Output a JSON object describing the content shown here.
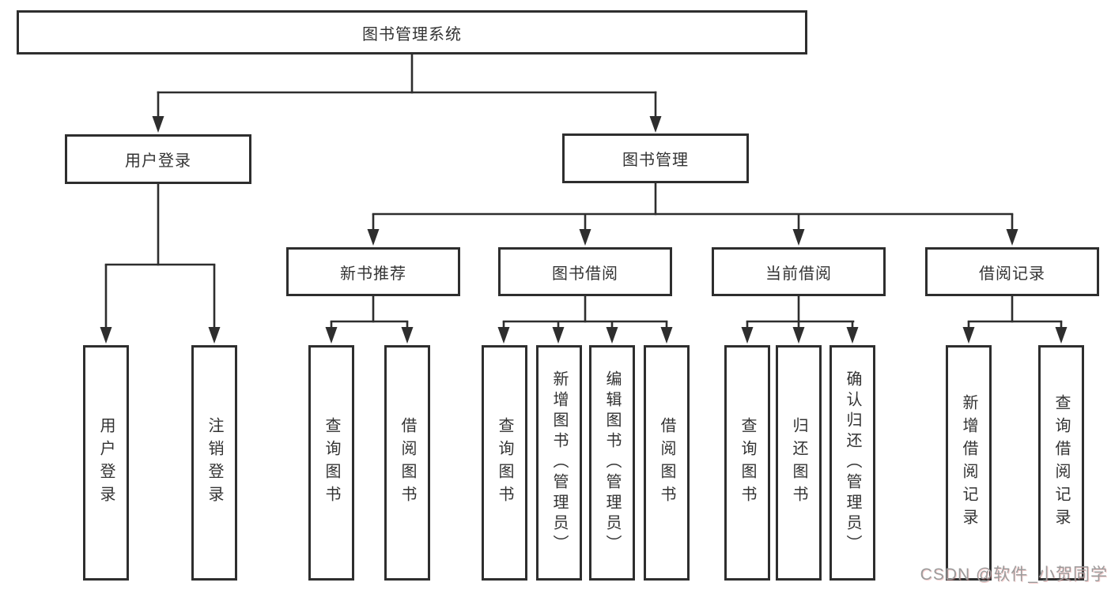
{
  "tree": {
    "label": "图书管理系统",
    "children": [
      {
        "label": "用户登录",
        "children": [
          {
            "label": "用户登录"
          },
          {
            "label": "注销登录"
          }
        ]
      },
      {
        "label": "图书管理",
        "children": [
          {
            "label": "新书推荐",
            "children": [
              {
                "label": "查询图书"
              },
              {
                "label": "借阅图书"
              }
            ]
          },
          {
            "label": "图书借阅",
            "children": [
              {
                "label": "查询图书"
              },
              {
                "label": "新增图书（管理员）"
              },
              {
                "label": "编辑图书（管理员）"
              },
              {
                "label": "借阅图书"
              }
            ]
          },
          {
            "label": "当前借阅",
            "children": [
              {
                "label": "查询图书"
              },
              {
                "label": "归还图书"
              },
              {
                "label": "确认归还（管理员）"
              }
            ]
          },
          {
            "label": "借阅记录",
            "children": [
              {
                "label": "新增借阅记录"
              },
              {
                "label": "查询借阅记录"
              }
            ]
          }
        ]
      }
    ]
  },
  "watermark": {
    "text": "CSDN @软件_小贺同学"
  },
  "colors": {
    "line": "#2e2e2e",
    "box_border": "#2e2e2e",
    "text": "#333333",
    "watermark": "#9b9b9b",
    "background": "#ffffff"
  }
}
